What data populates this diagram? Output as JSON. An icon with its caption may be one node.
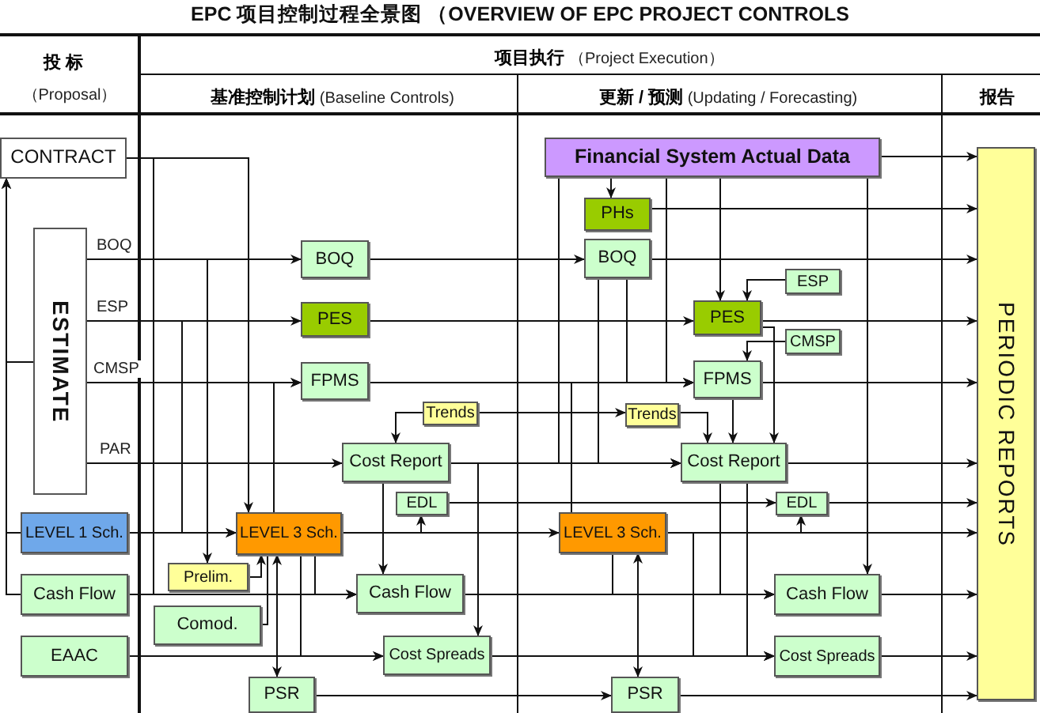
{
  "diagram": {
    "title": "EPC 项目控制过程全景图 （OVERVIEW OF EPC PROJECT CONTROLS",
    "labels": [
      "**投 标**",
      "（Proposal）",
      "**项目执行** （Project Execution）",
      "**基准控制计划** (Baseline Controls)",
      "**更新 / 预测** (Updating / Forecasting)",
      "**报告**"
    ],
    "nodes": [
      {
        "text": [
          "CONTRACT"
        ]
      },
      {
        "text": [
          "ESTIMATE"
        ]
      },
      {
        "text": [
          "LEVEL 1 Sch."
        ]
      },
      {
        "text": [
          "Cash Flow"
        ]
      },
      {
        "text": [
          "EAAC"
        ]
      },
      {
        "text": [
          "BOQ"
        ]
      },
      {
        "text": [
          "PES"
        ]
      },
      {
        "text": [
          "FPMS"
        ]
      },
      {
        "text": [
          "Trends"
        ]
      },
      {
        "text": [
          "Cost Report"
        ]
      },
      {
        "text": [
          "EDL"
        ]
      },
      {
        "text": [
          "LEVEL 3 Sch."
        ]
      },
      {
        "text": [
          "Prelim."
        ]
      },
      {
        "text": [
          "Cash Flow"
        ]
      },
      {
        "text": [
          "Comod."
        ]
      },
      {
        "text": [
          "Cost Spreads"
        ]
      },
      {
        "text": [
          "PSR"
        ]
      },
      {
        "text": [
          "Financial System Actual Data"
        ]
      },
      {
        "text": [
          "PHs"
        ]
      },
      {
        "text": [
          "BOQ"
        ]
      },
      {
        "text": [
          "ESP"
        ]
      },
      {
        "text": [
          "PES"
        ]
      },
      {
        "text": [
          "CMSP"
        ]
      },
      {
        "text": [
          "FPMS"
        ]
      },
      {
        "text": [
          "Trends"
        ]
      },
      {
        "text": [
          "Cost Report"
        ]
      },
      {
        "text": [
          "EDL"
        ]
      },
      {
        "text": [
          "LEVEL 3 Sch."
        ]
      },
      {
        "text": [
          "Cash Flow"
        ]
      },
      {
        "text": [
          "Cost Spreads"
        ]
      },
      {
        "text": [
          "PSR"
        ]
      },
      {
        "text": [
          "PERIODIC REPORTS"
        ]
      }
    ],
    "edges": [
      {
        "from": 1,
        "to": 0,
        "arrow": "to"
      },
      {
        "from": 2,
        "to": 0,
        "arrow": "to"
      },
      {
        "from": 3,
        "to": 0,
        "arrow": "to"
      },
      {
        "from": 1,
        "to": 5,
        "arrow": "to",
        "label": "BOQ"
      },
      {
        "from": 1,
        "to": 6,
        "arrow": "to",
        "label": "ESP"
      },
      {
        "from": 1,
        "to": 7,
        "arrow": "to",
        "label": "CMSP"
      },
      {
        "from": 1,
        "to": 9,
        "arrow": "to",
        "label": "PAR"
      },
      {
        "from": 2,
        "to": 11,
        "arrow": "to"
      },
      {
        "from": 3,
        "to": 13,
        "arrow": "to"
      },
      {
        "from": 4,
        "to": 15,
        "arrow": "to"
      },
      {
        "from": 0,
        "to": 11,
        "arrow": "to"
      },
      {
        "from": 0,
        "to": 13,
        "arrow": "to"
      },
      {
        "from": 1,
        "to": 12,
        "arrow": "to"
      },
      {
        "from": 1,
        "to": 11,
        "arrow": "to"
      },
      {
        "from": 11,
        "to": 7,
        "arrow": "to"
      },
      {
        "from": 11,
        "to": 16,
        "arrow": "both"
      },
      {
        "from": 12,
        "to": 11,
        "arrow": "to"
      },
      {
        "from": 14,
        "to": 11,
        "arrow": "none"
      },
      {
        "from": 11,
        "to": 13,
        "arrow": "to"
      },
      {
        "from": 11,
        "to": 15,
        "arrow": "to"
      },
      {
        "from": 11,
        "to": 10,
        "arrow": "to"
      },
      {
        "from": 8,
        "to": 9,
        "arrow": "to"
      },
      {
        "from": 9,
        "to": 13,
        "arrow": "to"
      },
      {
        "from": 9,
        "to": 15,
        "arrow": "to"
      },
      {
        "from": 5,
        "to": 19,
        "arrow": "to"
      },
      {
        "from": 6,
        "to": 21,
        "arrow": "to"
      },
      {
        "from": 7,
        "to": 23,
        "arrow": "to"
      },
      {
        "from": 8,
        "to": 24,
        "arrow": "to"
      },
      {
        "from": 9,
        "to": 25,
        "arrow": "to"
      },
      {
        "from": 10,
        "to": 26,
        "arrow": "to"
      },
      {
        "from": 11,
        "to": 27,
        "arrow": "to"
      },
      {
        "from": 13,
        "to": 28,
        "arrow": "to"
      },
      {
        "from": 15,
        "to": 29,
        "arrow": "to"
      },
      {
        "from": 16,
        "to": 30,
        "arrow": "to"
      },
      {
        "from": 17,
        "to": 18,
        "arrow": "to"
      },
      {
        "from": 17,
        "to": 21,
        "arrow": "to"
      },
      {
        "from": 17,
        "to": 28,
        "arrow": "to"
      },
      {
        "from": 17,
        "to": 31,
        "arrow": "to"
      },
      {
        "from": 18,
        "to": 31,
        "arrow": "to"
      },
      {
        "from": 19,
        "to": 31,
        "arrow": "to"
      },
      {
        "from": 21,
        "to": 31,
        "arrow": "to"
      },
      {
        "from": 23,
        "to": 31,
        "arrow": "to"
      },
      {
        "from": 25,
        "to": 31,
        "arrow": "to"
      },
      {
        "from": 26,
        "to": 31,
        "arrow": "to"
      },
      {
        "from": 27,
        "to": 31,
        "arrow": "to"
      },
      {
        "from": 28,
        "to": 31,
        "arrow": "to"
      },
      {
        "from": 29,
        "to": 31,
        "arrow": "to"
      },
      {
        "from": 30,
        "to": 31,
        "arrow": "to"
      },
      {
        "from": 20,
        "to": 21,
        "arrow": "to"
      },
      {
        "from": 22,
        "to": 23,
        "arrow": "to"
      },
      {
        "from": 23,
        "to": 25,
        "arrow": "to"
      },
      {
        "from": 21,
        "to": 25,
        "arrow": "to"
      },
      {
        "from": 24,
        "to": 25,
        "arrow": "to"
      },
      {
        "from": 19,
        "to": 25,
        "arrow": "to"
      },
      {
        "from": 19,
        "to": 23,
        "arrow": "to"
      },
      {
        "from": 27,
        "to": 23,
        "arrow": "to"
      },
      {
        "from": 25,
        "to": 28,
        "arrow": "to"
      },
      {
        "from": 25,
        "to": 29,
        "arrow": "to"
      },
      {
        "from": 27,
        "to": 26,
        "arrow": "to"
      },
      {
        "from": 27,
        "to": 28,
        "arrow": "to"
      },
      {
        "from": 27,
        "to": 29,
        "arrow": "to"
      },
      {
        "from": 27,
        "to": 30,
        "arrow": "both"
      },
      {
        "from": 17,
        "to": 25,
        "arrow": "to"
      },
      {
        "from": 17,
        "to": 23,
        "arrow": "to"
      }
    ]
  }
}
